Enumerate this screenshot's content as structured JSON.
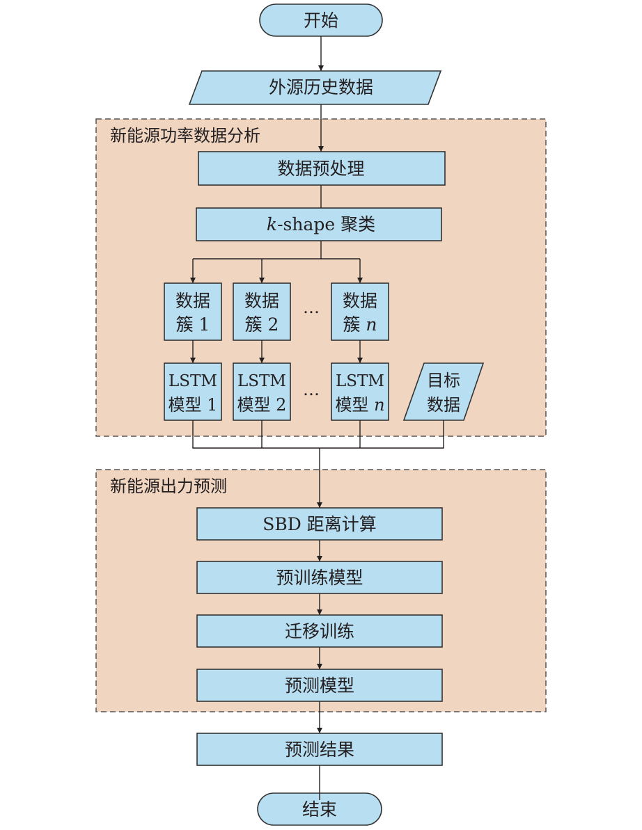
{
  "title": "新能源出力预测流程图",
  "colors": {
    "node_fill": "#b8def1",
    "panel_fill": "#f0d5c0",
    "stroke": "#231f20"
  },
  "panels": [
    {
      "id": "analysis",
      "label": "新能源功率数据分析"
    },
    {
      "id": "forecast",
      "label": "新能源出力预测"
    }
  ],
  "nodes": {
    "start": {
      "label": "开始",
      "shape": "terminal"
    },
    "source_data": {
      "label": "外源历史数据",
      "shape": "parallelogram"
    },
    "preprocess": {
      "label": "数据预处理",
      "shape": "process"
    },
    "kshape": {
      "label_italic": "k",
      "label_rest": "-shape 聚类",
      "shape": "process"
    },
    "cluster1": {
      "line1": "数据",
      "line2": "簇 1",
      "shape": "process"
    },
    "cluster2": {
      "line1": "数据",
      "line2": "簇 2",
      "shape": "process"
    },
    "clustern": {
      "line1": "数据",
      "line2_text": "簇 ",
      "line2_italic": "n",
      "shape": "process"
    },
    "lstm1": {
      "line1": "LSTM",
      "line2": "模型 1",
      "shape": "process"
    },
    "lstm2": {
      "line1": "LSTM",
      "line2": "模型 2",
      "shape": "process"
    },
    "lstmn": {
      "line1": "LSTM",
      "line2_text": "模型 ",
      "line2_italic": "n",
      "shape": "process"
    },
    "target": {
      "line1": "目标",
      "line2": "数据",
      "shape": "parallelogram"
    },
    "sbd": {
      "label": "SBD 距离计算",
      "shape": "process"
    },
    "pretrain": {
      "label": "预训练模型",
      "shape": "process"
    },
    "transfer": {
      "label": "迁移训练",
      "shape": "process"
    },
    "predmodel": {
      "label": "预测模型",
      "shape": "process"
    },
    "result": {
      "label": "预测结果",
      "shape": "process"
    },
    "end": {
      "label": "结束",
      "shape": "terminal"
    }
  },
  "ellipsis": "…",
  "edges": [
    [
      "start",
      "source_data"
    ],
    [
      "source_data",
      "preprocess"
    ],
    [
      "preprocess",
      "kshape"
    ],
    [
      "kshape",
      "cluster1"
    ],
    [
      "kshape",
      "cluster2"
    ],
    [
      "kshape",
      "clustern"
    ],
    [
      "cluster1",
      "lstm1"
    ],
    [
      "cluster2",
      "lstm2"
    ],
    [
      "clustern",
      "lstmn"
    ],
    [
      "lstm1",
      "sbd"
    ],
    [
      "lstm2",
      "sbd"
    ],
    [
      "lstmn",
      "sbd"
    ],
    [
      "target",
      "sbd"
    ],
    [
      "sbd",
      "pretrain"
    ],
    [
      "pretrain",
      "transfer"
    ],
    [
      "transfer",
      "predmodel"
    ],
    [
      "predmodel",
      "result"
    ],
    [
      "result",
      "end"
    ]
  ]
}
